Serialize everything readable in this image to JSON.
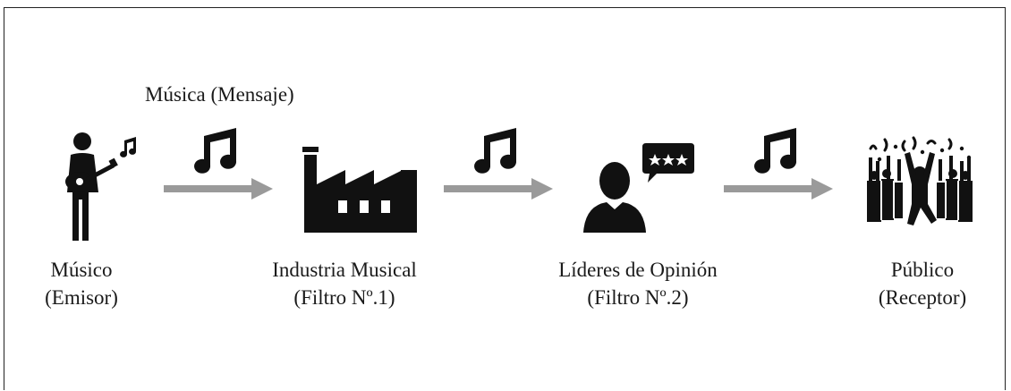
{
  "message_label": "Música (Mensaje)",
  "colors": {
    "icon": "#111111",
    "arrow": "#9a9a9a"
  },
  "nodes": [
    {
      "icon": "guitarist-icon",
      "line1": "Músico",
      "line2": "(Emisor)"
    },
    {
      "icon": "factory-icon",
      "line1": "Industria Musical",
      "line2": "(Filtro Nº.1)"
    },
    {
      "icon": "opinion-leader-icon",
      "line1": "Líderes de Opinión",
      "line2": "(Filtro Nº.2)"
    },
    {
      "icon": "audience-crowd-icon",
      "line1": "Público",
      "line2": "(Receptor)"
    }
  ],
  "connectors": [
    {
      "icon": "music-note-icon",
      "arrow": "arrow-right-icon"
    },
    {
      "icon": "music-note-icon",
      "arrow": "arrow-right-icon"
    },
    {
      "icon": "music-note-icon",
      "arrow": "arrow-right-icon"
    }
  ]
}
